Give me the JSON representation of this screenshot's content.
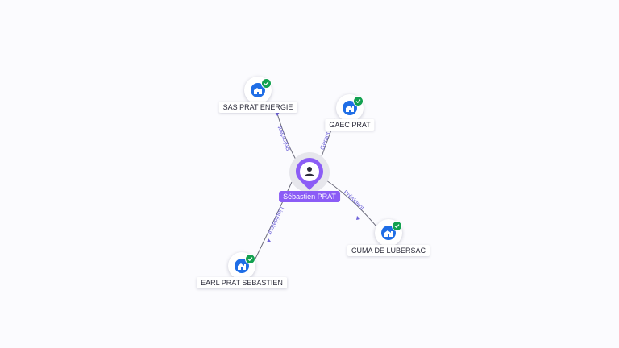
{
  "person": {
    "name": "Sébastien PRAT",
    "icon": "person-icon",
    "color": "#8b5cf6"
  },
  "companies": [
    {
      "name": "SAS PRAT ENERGIE",
      "icon": "building-icon",
      "status": "verified"
    },
    {
      "name": "GAEC PRAT",
      "icon": "building-icon",
      "status": "verified"
    },
    {
      "name": "CUMA DE LUBERSAC",
      "icon": "building-icon",
      "status": "verified"
    },
    {
      "name": "EARL PRAT SEBASTIEN",
      "icon": "building-icon",
      "status": "verified"
    }
  ],
  "relations": [
    {
      "from": "Sébastien PRAT",
      "to": "SAS PRAT ENERGIE",
      "role": "Président"
    },
    {
      "from": "Sébastien PRAT",
      "to": "GAEC PRAT",
      "role": "Gérant"
    },
    {
      "from": "Sébastien PRAT",
      "to": "CUMA DE LUBERSAC",
      "role": "Président"
    },
    {
      "from": "Sébastien PRAT",
      "to": "EARL PRAT SEBASTIEN",
      "role": "Liquidateur"
    }
  ],
  "colors": {
    "company_icon": "#1f6ee6",
    "verified_badge": "#12a150",
    "edge_label": "#6f63d9",
    "background": "#fbfbfe"
  }
}
